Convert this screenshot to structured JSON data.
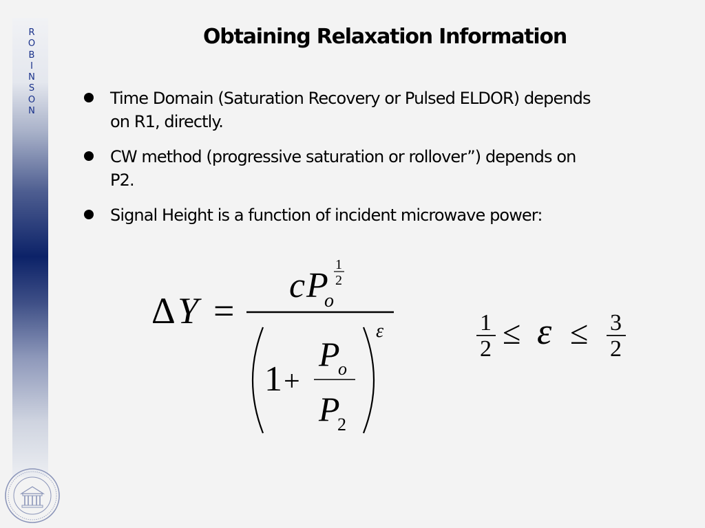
{
  "sidebar": {
    "letters": [
      "R",
      "O",
      "B",
      "I",
      "N",
      "S",
      "O",
      "N"
    ]
  },
  "slide": {
    "title": "Obtaining Relaxation Information",
    "bullets": [
      {
        "line1": "Time Domain (Saturation Recovery or Pulsed ELDOR) depends",
        "line2": "on R1, directly."
      },
      {
        "line1": "CW method (progressive saturation or rollover”) depends on",
        "line2": "P2."
      },
      {
        "line1": "Signal Height is a function of incident microwave power:",
        "line2": ""
      }
    ]
  },
  "equation": {
    "lhs_delta": "Δ",
    "lhs_var": "Y",
    "equals": "=",
    "num_c": "c",
    "num_P": "P",
    "num_sub": "o",
    "exp_num": "1",
    "exp_den": "2",
    "den_one": "1",
    "den_plus": "+",
    "frac_top_P": "P",
    "frac_top_sub": "o",
    "frac_bot_P": "P",
    "frac_bot_sub": "2",
    "outer_exp": "ε"
  },
  "inequality": {
    "left_num": "1",
    "left_den": "2",
    "leq1": "≤",
    "var": "ε",
    "leq2": "≤",
    "right_num": "3",
    "right_den": "2"
  },
  "colors": {
    "sidebar_dark": "#0c2268",
    "sidebar_text": "#18308a",
    "seal": "#8a94b8",
    "background": "#f3f3f3"
  }
}
